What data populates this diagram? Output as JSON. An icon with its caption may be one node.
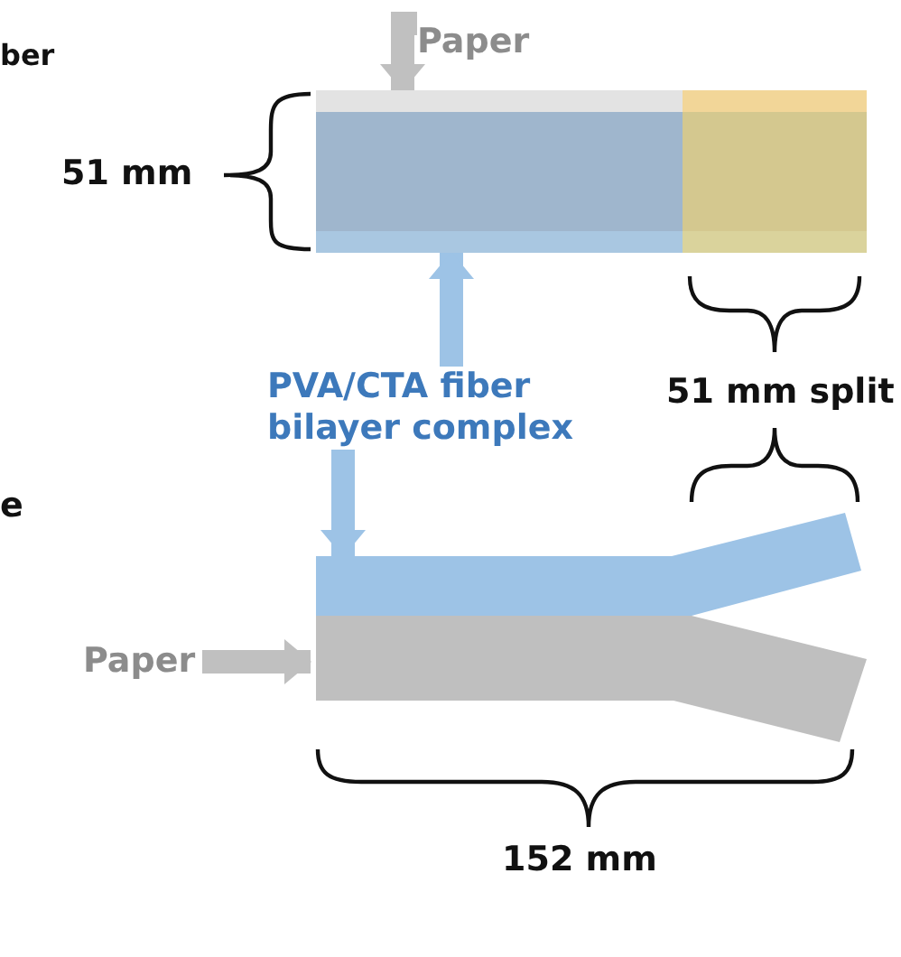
{
  "diagram": {
    "nodes": [
      {
        "text": [
          "Paper"
        ]
      },
      {
        "text": [],
        "shape": "bar"
      },
      {
        "text": [
          "PVA/CTA fiber bilayer complex"
        ]
      },
      {
        "text": [],
        "shape": "bar"
      },
      {
        "text": [
          "Paper"
        ]
      }
    ],
    "edges": [
      {
        "from": 0,
        "to": 1,
        "arrow": "to",
        "color": "#c0c0c0"
      },
      {
        "from": 2,
        "to": 1,
        "arrow": "to",
        "color": "#9dc3e6"
      },
      {
        "from": 2,
        "to": 3,
        "arrow": "to",
        "color": "#9dc3e6"
      },
      {
        "from": 4,
        "to": 3,
        "arrow": "to",
        "color": "#c0c0c0"
      }
    ],
    "labels": [
      "ber",
      "51 mm",
      "51 mm split",
      "e",
      "152 mm"
    ]
  }
}
